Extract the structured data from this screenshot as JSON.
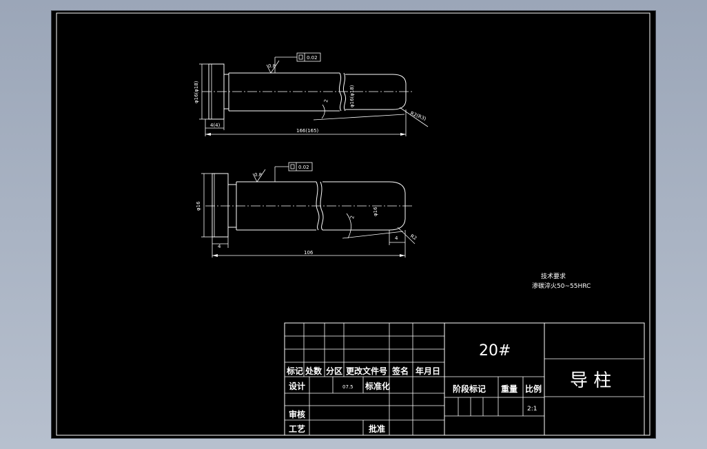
{
  "part1": {
    "diameter_label": "φ16(φ18)",
    "shaft_diameter_label": "φ16(φ18)",
    "length_label": "166(165)",
    "head_length_label": "4(4)",
    "gdt_value": "0.02",
    "roughness": "0.8",
    "taper_label": "2",
    "chamfer_label": "R2(R3)"
  },
  "part2": {
    "diameter_label": "φ16",
    "shaft_diameter_label": "φ16",
    "length_label": "106",
    "head_length_label": "4",
    "tip_length_label": "4",
    "gdt_value": "0.02",
    "roughness": "0.8",
    "taper_label": "2",
    "chamfer_label": "R2"
  },
  "notes": {
    "title": "技术要求",
    "line1": "渗碳淬火50~55HRC"
  },
  "title_block": {
    "material": "20#",
    "part_name": "导 柱",
    "header_cells": [
      "标记",
      "处数",
      "分区",
      "更改文件号",
      "签名",
      "年月日"
    ],
    "design_label": "设计",
    "design_date": "07.5",
    "standardize_label": "标准化",
    "review_label": "审核",
    "process_label": "工艺",
    "approve_label": "批准",
    "stage_label": "阶段标记",
    "weight_label": "重量",
    "scale_label": "比例",
    "scale_value": "2:1"
  }
}
